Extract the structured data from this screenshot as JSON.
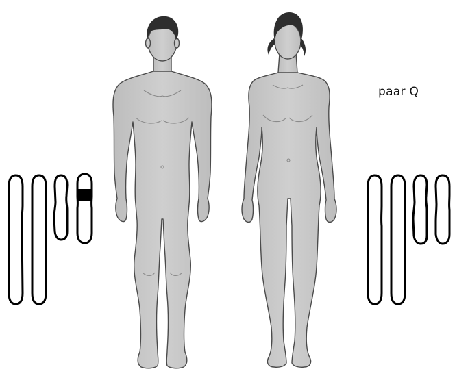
{
  "label": {
    "text": "paar Q"
  },
  "colors": {
    "body_fill": "#c6c6c6",
    "body_stroke": "#4a4a4a",
    "hair": "#2e2e2e",
    "chromosome_stroke": "#000000",
    "marker_fill": "#000000"
  },
  "figures": [
    {
      "name": "male-figure",
      "icon": "male-body-icon"
    },
    {
      "name": "female-figure",
      "icon": "female-body-icon"
    }
  ],
  "chromosome_sets": [
    {
      "name": "left-chromosome-set",
      "count": 4,
      "marked_chromosome": 4
    },
    {
      "name": "right-chromosome-set",
      "count": 4,
      "marked_chromosome": null
    }
  ]
}
